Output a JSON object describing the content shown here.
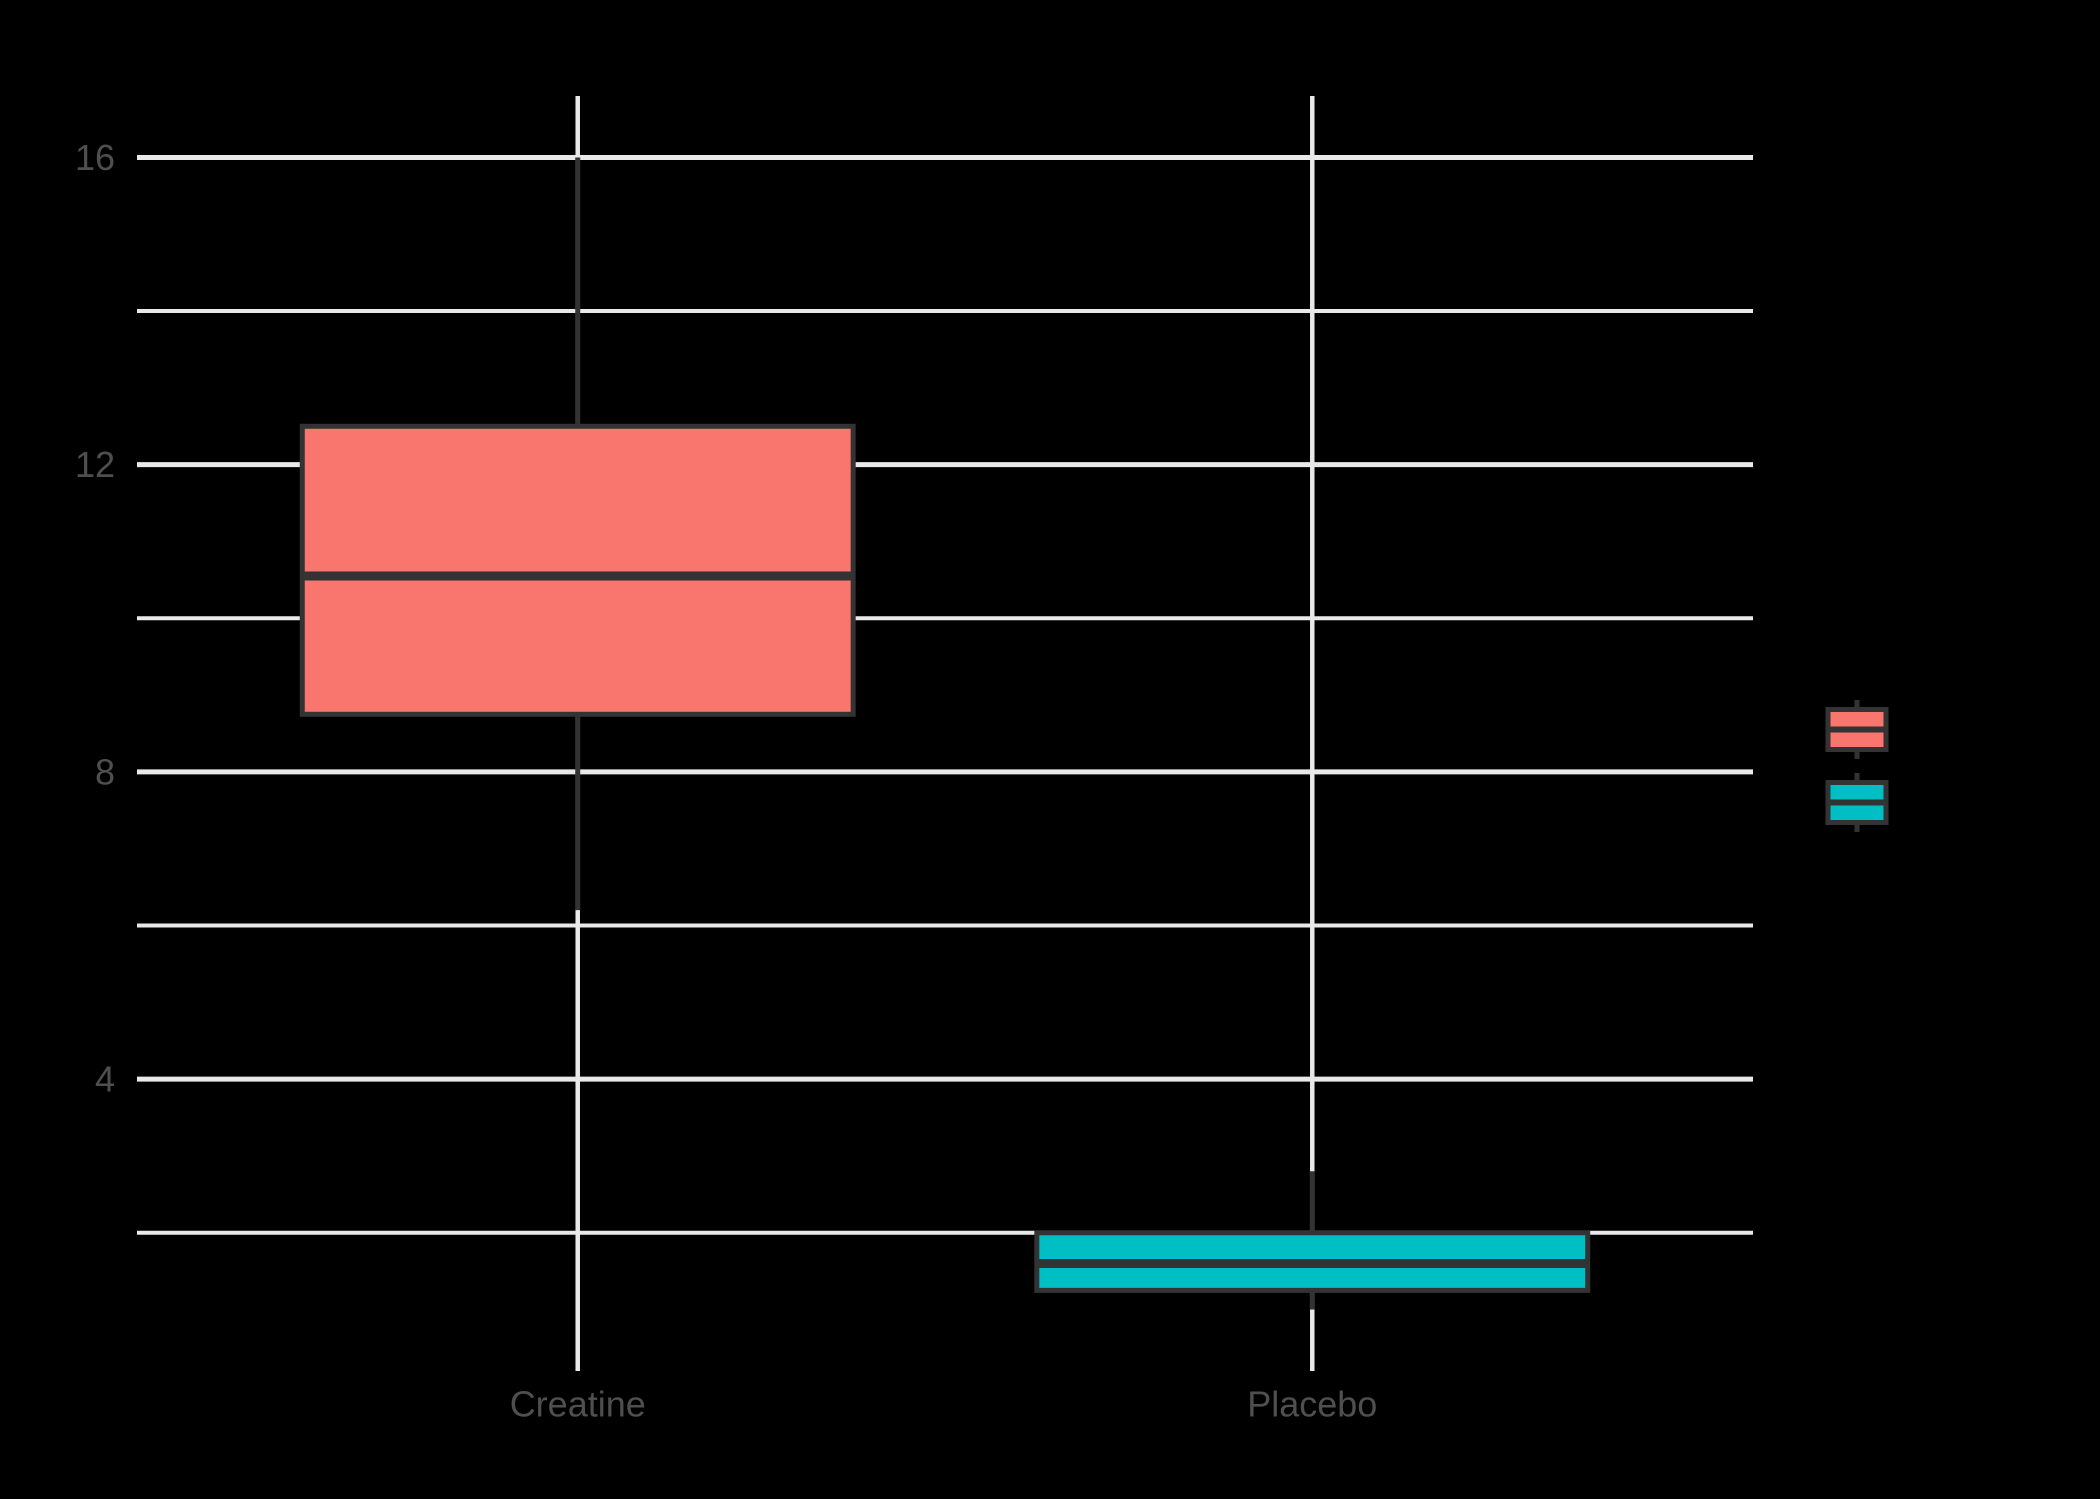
{
  "chart_data": {
    "type": "boxplot",
    "title": "",
    "xlabel": "",
    "ylabel": "",
    "categories": [
      "Creatine",
      "Placebo"
    ],
    "series": [
      {
        "name": "Creatine",
        "fill": "#F8766D",
        "stats": {
          "min": 6.2,
          "q1": 8.75,
          "median": 10.55,
          "q3": 12.5,
          "max": 16.0
        }
      },
      {
        "name": "Placebo",
        "fill": "#00BFC4",
        "stats": {
          "min": 1.0,
          "q1": 1.25,
          "median": 1.6,
          "q3": 2.0,
          "max": 2.8
        }
      }
    ],
    "ylim": [
      0.2,
      16.8
    ],
    "y_major_ticks": [
      16,
      12,
      8,
      4
    ],
    "y_minor_ticks": [
      14,
      10,
      6,
      2
    ],
    "y_tick_labels": [
      "16",
      "12",
      "8",
      "4"
    ],
    "grid": "on",
    "legend_position": "right",
    "legend_labels_visible": false
  },
  "style": {
    "background_color": "#000000",
    "gridline_color": "#E9E9E9",
    "box_border_color": "#333333",
    "whisker_color": "#333333",
    "median_color": "#333333",
    "axis_text_color": "#4F4F4F",
    "creatine_fill": "#F8766D",
    "placebo_fill": "#00BFC4"
  }
}
